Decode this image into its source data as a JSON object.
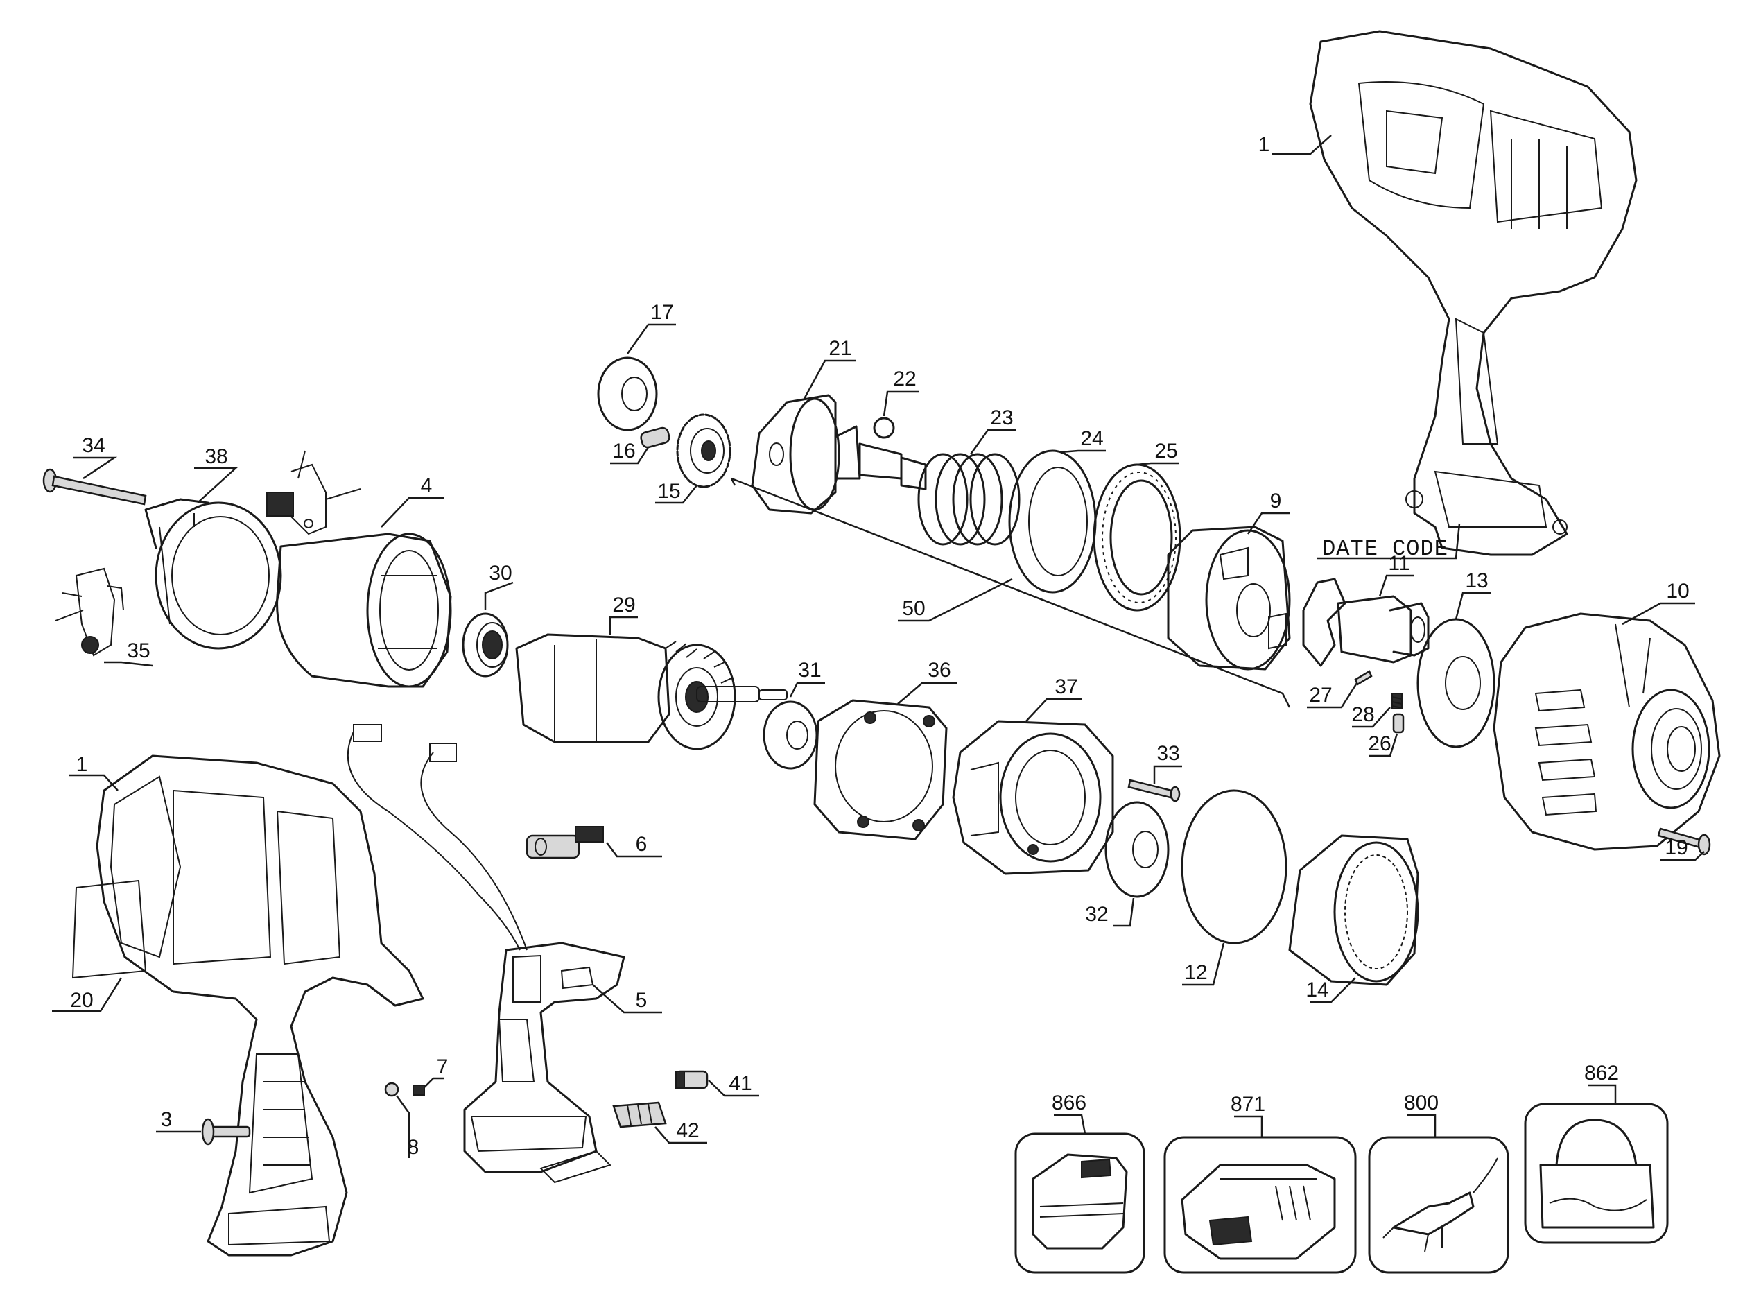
{
  "labels": {
    "p1_top": "1",
    "p1_bottom": "1",
    "p3": "3",
    "p4": "4",
    "p5": "5",
    "p6": "6",
    "p7": "7",
    "p8": "8",
    "p9": "9",
    "p10": "10",
    "p11": "11",
    "p12": "12",
    "p13": "13",
    "p14": "14",
    "p15": "15",
    "p16": "16",
    "p17": "17",
    "p19": "19",
    "p20": "20",
    "p21": "21",
    "p22": "22",
    "p23": "23",
    "p24": "24",
    "p25": "25",
    "p26": "26",
    "p27": "27",
    "p28": "28",
    "p29": "29",
    "p30": "30",
    "p31": "31",
    "p32": "32",
    "p33": "33",
    "p34": "34",
    "p35": "35",
    "p36": "36",
    "p37": "37",
    "p38": "38",
    "p41": "41",
    "p42": "42",
    "p50": "50",
    "date_code": "DATE CODE",
    "acc866": "866",
    "acc871": "871",
    "acc800": "800",
    "acc862": "862"
  }
}
